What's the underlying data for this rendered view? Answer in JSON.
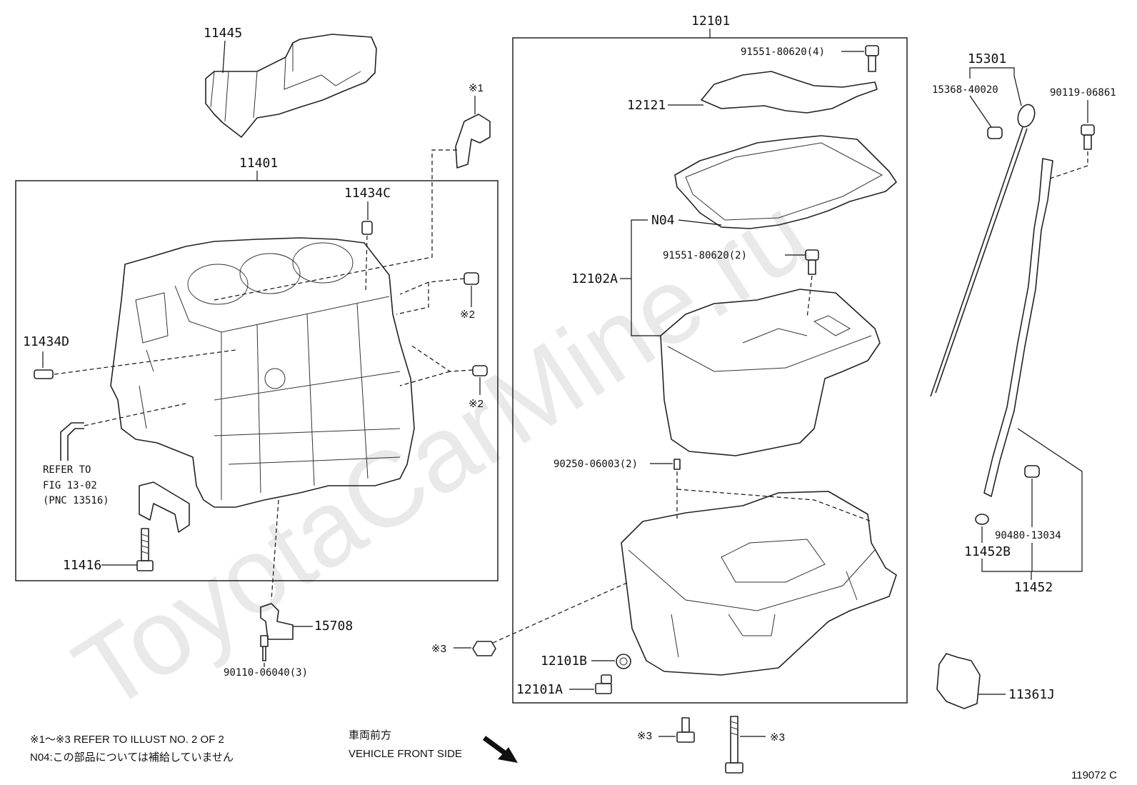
{
  "watermark": "ToyotaCarMine.ru",
  "figure_number": "119072 C",
  "groups": {
    "cylinder_block": "11401",
    "oil_pan": "12101",
    "dipstick": "15301",
    "dipstick_guide": "11452"
  },
  "labels": {
    "p11445": "11445",
    "p11434C": "11434C",
    "p11434D": "11434D",
    "p11416": "11416",
    "p15708": "15708",
    "p90110": "90110-06040(3)",
    "p91551a": "91551-80620(4)",
    "p12121": "12121",
    "pN04": "N04",
    "p91551b": "91551-80620(2)",
    "p12102A": "12102A",
    "p90250": "90250-06003(2)",
    "p12101B": "12101B",
    "p12101A": "12101A",
    "p15368": "15368-40020",
    "p90119": "90119-06861",
    "p90480": "90480-13034",
    "p11452B": "11452B",
    "p11361J": "11361J"
  },
  "refer_note": {
    "line1": "REFER TO",
    "line2": "FIG 13-02",
    "line3": "(PNC 13516)"
  },
  "ref_marks": {
    "m1": "※1",
    "m2a": "※2",
    "m2b": "※2",
    "m3a": "※3",
    "m3b": "※3",
    "m3c": "※3"
  },
  "footnotes": {
    "line1": "※1～※3  REFER TO ILLUST NO. 2 OF 2",
    "line2": "N04:この部品については補給していません"
  },
  "direction": {
    "jp": "車両前方",
    "en": "VEHICLE FRONT SIDE"
  }
}
